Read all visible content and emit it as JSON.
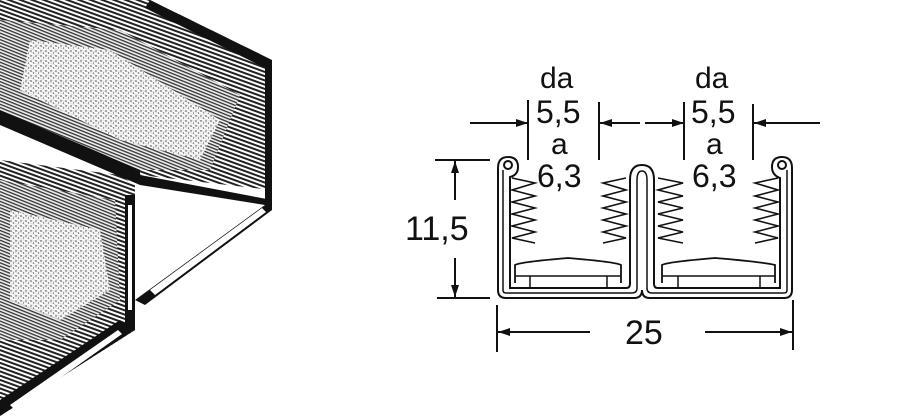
{
  "figure": {
    "type": "technical-cross-section",
    "subject": "double-channel brush strip profile",
    "colors": {
      "ink": "#111111",
      "paper": "#ffffff"
    },
    "illustration": {
      "name": "perspective-view",
      "description": "3D perspective drawing of double U-channel with brush filaments"
    },
    "dimensions": {
      "left_channel": {
        "label_top": "da",
        "value_top": "5,5",
        "label_bottom": "a",
        "value_bottom": "6,3"
      },
      "right_channel": {
        "label_top": "da",
        "value_top": "5,5",
        "label_bottom": "a",
        "value_bottom": "6,3"
      },
      "height": {
        "value": "11,5"
      },
      "width": {
        "value": "25"
      }
    }
  }
}
